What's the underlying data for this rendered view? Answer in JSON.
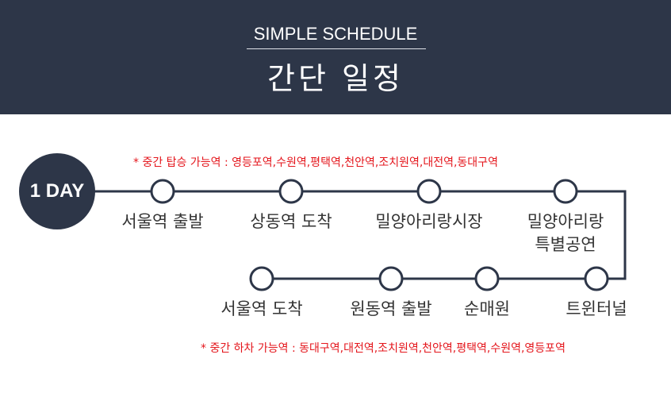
{
  "header": {
    "subtitle": "SIMPLE SCHEDULE",
    "title": "간단 일정"
  },
  "day_badge": "1 DAY",
  "notes": {
    "boarding": "* 중간 탑승 가능역 : 영등포역,수원역,평택역,천안역,조치원역,대전역,동대구역",
    "alighting": "* 중간 하차 가능역 : 동대구역,대전역,조치원역,천안역,평택역,수원역,영등포역"
  },
  "stops_row1": [
    {
      "label": "서울역 출발"
    },
    {
      "label": "상동역 도착"
    },
    {
      "label": "밀양아리랑시장"
    },
    {
      "label": "밀양아리랑\n특별공연"
    }
  ],
  "stops_row2": [
    {
      "label": "서울역 도착"
    },
    {
      "label": "원동역 출발"
    },
    {
      "label": "순매원"
    },
    {
      "label": "트윈터널"
    }
  ],
  "colors": {
    "navy": "#2d3648",
    "note_red": "#e4161c",
    "text": "#333333"
  }
}
